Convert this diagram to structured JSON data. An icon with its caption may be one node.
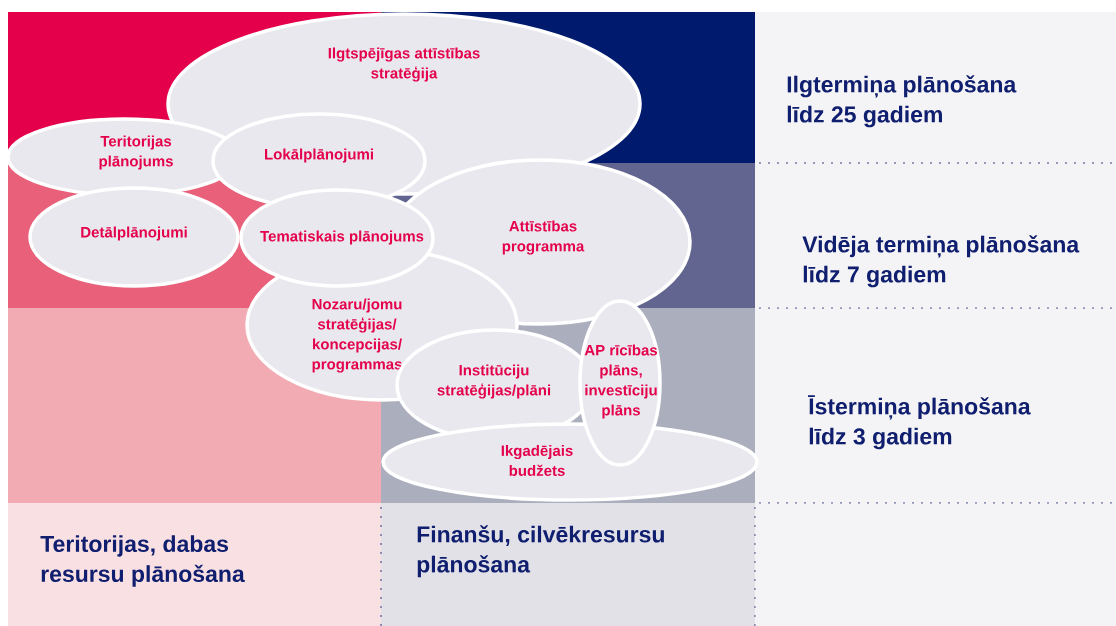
{
  "diagram": {
    "nodes": [
      {
        "text": [
          "Ilgtspējīgas attīstības stratēģija"
        ]
      },
      {
        "text": [
          "Teritorijas plānojums"
        ]
      },
      {
        "text": [
          "Lokālplānojumi"
        ]
      },
      {
        "text": [
          "Detālplānojumi"
        ]
      },
      {
        "text": [
          "Attīstības programma"
        ]
      },
      {
        "text": [
          "Tematiskais plānojums"
        ]
      },
      {
        "text": [
          "Nozaru/jomu stratēģijas/ koncepcijas/ programmas"
        ]
      },
      {
        "text": [
          "Institūciju stratēģijas/plāni"
        ]
      },
      {
        "text": [
          "AP rīcības plāns, investīciju plāns"
        ]
      },
      {
        "text": [
          "Ikgadējais budžets"
        ]
      }
    ],
    "labels": [
      "Ilgtermiņa plānošana līdz 25 gadiem",
      "Vidēja termiņa plānošana līdz 7 gadiem",
      "Īstermiņa plānošana līdz 3 gadiem",
      "Teritorijas, dabas resursu plānošana",
      "Finanšu, cilvēkresursu plānošana"
    ]
  }
}
